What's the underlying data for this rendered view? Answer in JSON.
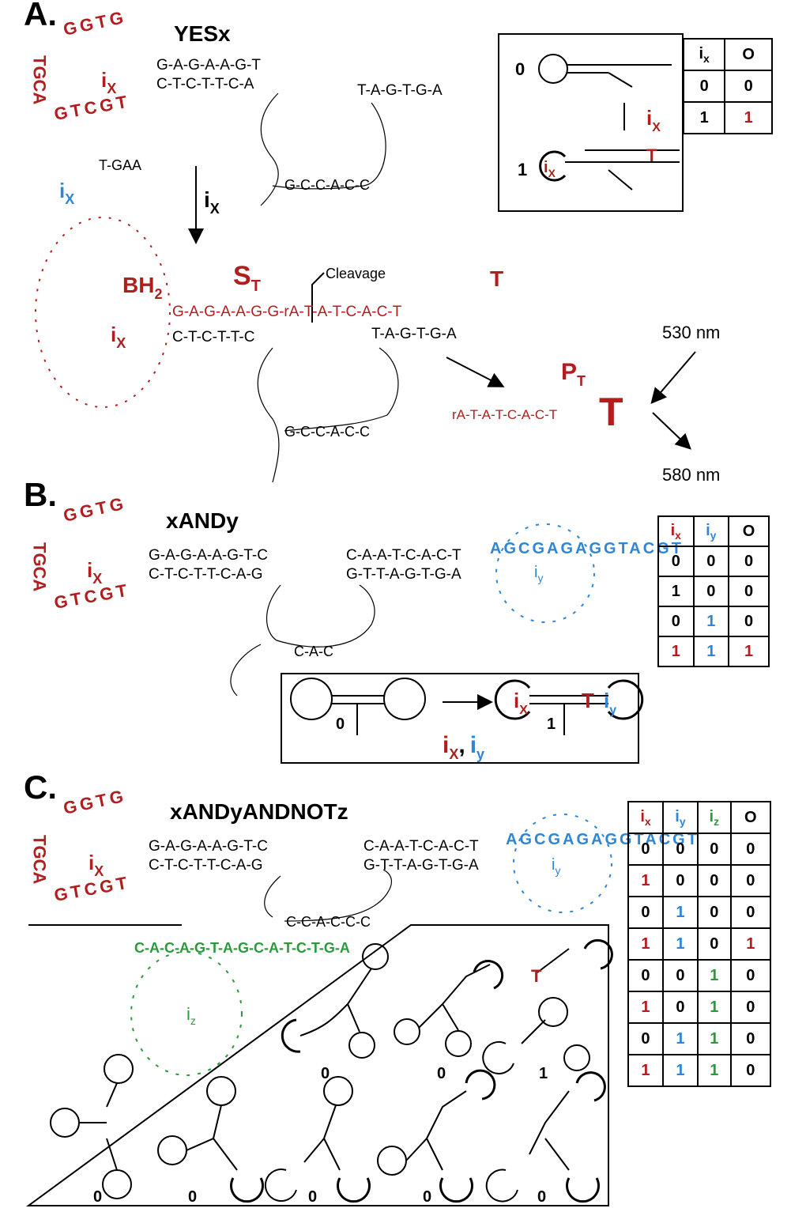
{
  "panels": {
    "a": {
      "letter": "A.",
      "title": "YESx"
    },
    "b": {
      "letter": "B.",
      "title": "xANDy"
    },
    "c": {
      "letter": "C.",
      "title": "xANDyANDNOTz"
    }
  },
  "labels": {
    "ix": "i",
    "ix_sub": "X",
    "iy": "i",
    "iy_sub": "y",
    "iz": "i",
    "iz_sub": "z",
    "bh2": "BH",
    "bh2_sub": "2",
    "st": "S",
    "st_sub": "T",
    "pt": "P",
    "pt_sub": "T",
    "cleavage": "Cleavage",
    "nm530": "530 nm",
    "nm580": "580 nm",
    "product_seq": "rA-T-A-T-C-A-C-T",
    "big_t": "T",
    "zero": "0",
    "one": "1",
    "arrow_ix": "i",
    "ixiy_comma": ","
  },
  "yes_table": {
    "headers": [
      {
        "t": "i",
        "s": "x",
        "c": "black"
      },
      {
        "t": "O",
        "s": "",
        "c": "black"
      }
    ],
    "rows": [
      [
        {
          "v": "0",
          "c": "black"
        },
        {
          "v": "0",
          "c": "black"
        }
      ],
      [
        {
          "v": "1",
          "c": "black"
        },
        {
          "v": "1",
          "c": "red"
        }
      ]
    ]
  },
  "and_table": {
    "headers": [
      {
        "t": "i",
        "s": "x",
        "c": "red"
      },
      {
        "t": "i",
        "s": "y",
        "c": "blue"
      },
      {
        "t": "O",
        "s": "",
        "c": "black"
      }
    ],
    "rows": [
      [
        {
          "v": "0",
          "c": "black"
        },
        {
          "v": "0",
          "c": "black"
        },
        {
          "v": "0",
          "c": "black"
        }
      ],
      [
        {
          "v": "1",
          "c": "black"
        },
        {
          "v": "0",
          "c": "black"
        },
        {
          "v": "0",
          "c": "black"
        }
      ],
      [
        {
          "v": "0",
          "c": "black"
        },
        {
          "v": "1",
          "c": "blue"
        },
        {
          "v": "0",
          "c": "black"
        }
      ],
      [
        {
          "v": "1",
          "c": "red"
        },
        {
          "v": "1",
          "c": "blue"
        },
        {
          "v": "1",
          "c": "red"
        }
      ]
    ]
  },
  "andnot_table": {
    "headers": [
      {
        "t": "i",
        "s": "x",
        "c": "red"
      },
      {
        "t": "i",
        "s": "y",
        "c": "blue"
      },
      {
        "t": "i",
        "s": "z",
        "c": "green"
      },
      {
        "t": "O",
        "s": "",
        "c": "black"
      }
    ],
    "rows": [
      [
        {
          "v": "0",
          "c": "black"
        },
        {
          "v": "0",
          "c": "black"
        },
        {
          "v": "0",
          "c": "black"
        },
        {
          "v": "0",
          "c": "black"
        }
      ],
      [
        {
          "v": "1",
          "c": "red"
        },
        {
          "v": "0",
          "c": "black"
        },
        {
          "v": "0",
          "c": "black"
        },
        {
          "v": "0",
          "c": "black"
        }
      ],
      [
        {
          "v": "0",
          "c": "black"
        },
        {
          "v": "1",
          "c": "blue"
        },
        {
          "v": "0",
          "c": "black"
        },
        {
          "v": "0",
          "c": "black"
        }
      ],
      [
        {
          "v": "1",
          "c": "red"
        },
        {
          "v": "1",
          "c": "blue"
        },
        {
          "v": "0",
          "c": "black"
        },
        {
          "v": "1",
          "c": "red"
        }
      ],
      [
        {
          "v": "0",
          "c": "black"
        },
        {
          "v": "0",
          "c": "black"
        },
        {
          "v": "1",
          "c": "green"
        },
        {
          "v": "0",
          "c": "black"
        }
      ],
      [
        {
          "v": "1",
          "c": "red"
        },
        {
          "v": "0",
          "c": "black"
        },
        {
          "v": "1",
          "c": "green"
        },
        {
          "v": "0",
          "c": "black"
        }
      ],
      [
        {
          "v": "0",
          "c": "black"
        },
        {
          "v": "1",
          "c": "blue"
        },
        {
          "v": "1",
          "c": "green"
        },
        {
          "v": "0",
          "c": "black"
        }
      ],
      [
        {
          "v": "1",
          "c": "red"
        },
        {
          "v": "1",
          "c": "blue"
        },
        {
          "v": "1",
          "c": "green"
        },
        {
          "v": "0",
          "c": "black"
        }
      ]
    ]
  },
  "sequences": {
    "a_loop_top": "GGTG",
    "a_loop_left": "TGCA",
    "a_loop_bottom": "GTCGT",
    "a_stem_top": "G-A-G-A-A-G-T",
    "a_stem_bot": "C-T-C-T-T-C-A",
    "a_right_top": "T-A-G-T-G-A",
    "a_mid": "G-C-C-A-C-C",
    "a_bottom_tail": "T-GAA",
    "a2_stem_top": "G-A-G-A-A-G-G-rA-T-A-T-C-A-C-T",
    "a2_stem_bot": "C-T-C-T-T-C",
    "a2_right_bot": "T-A-G-T-G-A",
    "a2_mid": "G-C-C-A-C-C",
    "b_stem_top": "G-A-G-A-A-G-T-C",
    "b_stem_bot": "C-T-C-T-T-C-A-G",
    "b_right_top": "C-A-A-T-C-A-C-T",
    "b_right_bot": "G-T-T-A-G-T-G-A",
    "b_mid": "C-A-C",
    "b_iy_loop": "AGCGAGAGGTACGT",
    "c_stem_top": "G-A-G-A-A-G-T-C",
    "c_stem_bot": "C-T-C-T-T-C-A-G",
    "c_right_top": "C-A-A-T-C-A-C-T",
    "c_right_bot": "G-T-T-A-G-T-G-A",
    "c_mid": "C-C-A-C-C-C",
    "c_iz_loop": "C-A-C-A-G-T-A-G-C-A-T-C-T-G-A"
  },
  "colors": {
    "red": "#b01e1e",
    "blue": "#2f86d6",
    "green": "#2a9a3a",
    "black": "#000000"
  }
}
